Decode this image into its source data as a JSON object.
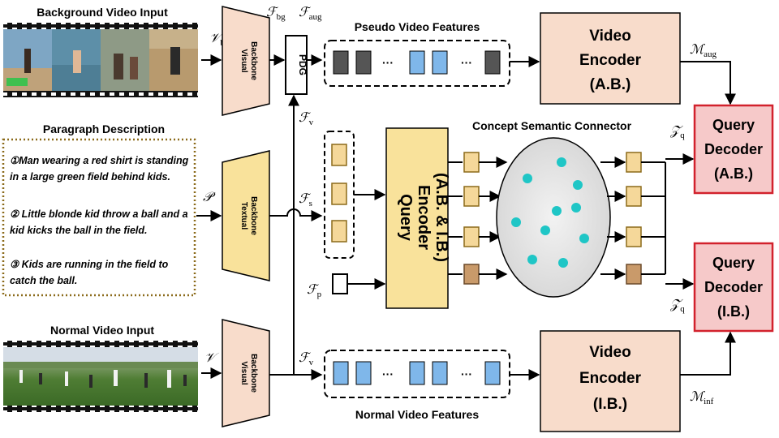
{
  "inputs": {
    "background_video": "Background Video Input",
    "normal_video": "Normal Video Input",
    "paragraph_title": "Paragraph Description",
    "paragraph_lines": [
      "①Man wearing a red shirt is standing",
      "in a large green field behind kids.",
      "② Little blonde kid throw a ball and a",
      "kid kicks the ball in the field.",
      "③  Kids are running in the field to",
      "catch the ball."
    ]
  },
  "backbones": {
    "visual_top": [
      "Visual",
      "Backbone"
    ],
    "textual": [
      "Textual",
      "Backbone"
    ],
    "visual_bottom": [
      "Visual",
      "Backbone"
    ]
  },
  "pdg": "PDG",
  "features": {
    "pseudo": "Pseudo Video Features",
    "normal": "Normal Video Features",
    "dots": "···"
  },
  "encoders": {
    "video_top": [
      "Video",
      "Encoder",
      "(A.B.)"
    ],
    "video_bottom": [
      "Video",
      "Encoder",
      "(I.B.)"
    ],
    "query": [
      "Query",
      "Encoder",
      "(A.B. & I.B.)"
    ]
  },
  "decoders": {
    "top": [
      "Query",
      "Decoder",
      "(A.B.)"
    ],
    "bottom": [
      "Query",
      "Decoder",
      "(I.B.)"
    ]
  },
  "connector": "Concept Semantic Connector",
  "math": {
    "V_bg": {
      "base": "𝒱",
      "sub": "bg"
    },
    "V": {
      "base": "𝒱",
      "sub": ""
    },
    "P": {
      "base": "𝒫",
      "sub": ""
    },
    "F_bg": {
      "base": "ℱ",
      "sub": "bg"
    },
    "F_aug": {
      "base": "ℱ",
      "sub": "aug"
    },
    "F_v_top": {
      "base": "ℱ",
      "sub": "v"
    },
    "F_s": {
      "base": "ℱ",
      "sub": "s"
    },
    "F_p": {
      "base": "ℱ",
      "sub": "p"
    },
    "F_v_bottom": {
      "base": "ℱ",
      "sub": "v"
    },
    "M_aug": {
      "base": "ℳ",
      "sub": "aug"
    },
    "M_inf": {
      "base": "ℳ",
      "sub": "inf"
    },
    "Z_q_top": {
      "base": "𝒵",
      "sub": "q"
    },
    "Z_q_bottom": {
      "base": "𝒵",
      "sub": "q"
    }
  },
  "colors": {
    "backbone_visual": "#f8dccb",
    "backbone_text": "#f9e29b",
    "encoder_video": "#f8dccb",
    "encoder_query": "#f9e29b",
    "decoder": "#f6c9c9",
    "decoder_border": "#d2222d",
    "feature_gray": "#555555",
    "feature_blue": "#7fb7ea",
    "token_yellow": "#f5d89a",
    "token_brown": "#c99a6a",
    "dot_cyan": "#1fc6c6"
  }
}
